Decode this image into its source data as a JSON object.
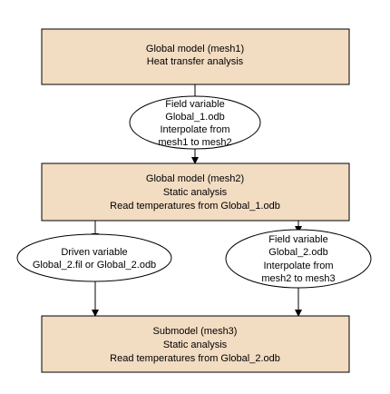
{
  "colors": {
    "box_fill": "#f2dcc2",
    "stroke": "#000000",
    "ellipse_fill": "#ffffff"
  },
  "boxes": [
    {
      "lines": [
        "Global model (mesh1)",
        "Heat transfer analysis"
      ]
    },
    {
      "lines": [
        "Global model (mesh2)",
        "Static analysis",
        "Read temperatures from Global_1.odb"
      ]
    },
    {
      "lines": [
        "Submodel (mesh3)",
        "Static analysis",
        "Read temperatures from Global_2.odb"
      ]
    }
  ],
  "ellipses": [
    {
      "lines": [
        "Field variable",
        "Global_1.odb",
        "Interpolate from",
        "mesh1 to mesh2"
      ]
    },
    {
      "lines": [
        "Driven variable",
        "Global_2.fil or Global_2.odb"
      ]
    },
    {
      "lines": [
        "Field variable",
        "Global_2.odb",
        "Interpolate from",
        "mesh2 to mesh3"
      ]
    }
  ]
}
